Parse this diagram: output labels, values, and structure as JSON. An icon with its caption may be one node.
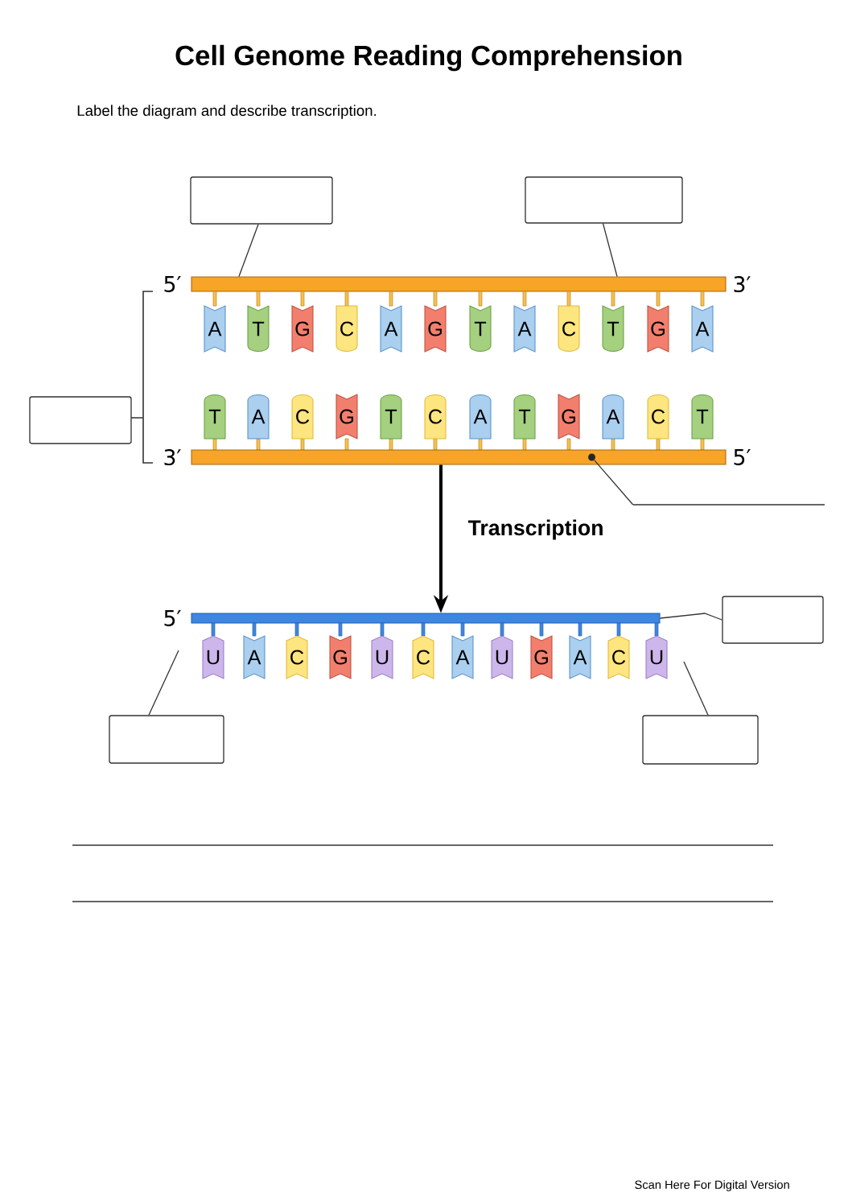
{
  "diagram": {
    "title": "Cell Genome Reading Comprehension",
    "nodes": [
      {
        "text": [],
        "shape": "box"
      },
      {
        "text": [],
        "shape": "box"
      },
      {
        "text": [],
        "shape": "box"
      },
      {
        "text": [],
        "shape": "bar",
        "beside": [
          "5′",
          "3′"
        ]
      },
      {
        "text": [
          "A"
        ]
      },
      {
        "text": [
          "T"
        ]
      },
      {
        "text": [
          "G"
        ]
      },
      {
        "text": [
          "C"
        ]
      },
      {
        "text": [
          "A"
        ]
      },
      {
        "text": [
          "G"
        ]
      },
      {
        "text": [
          "T"
        ]
      },
      {
        "text": [
          "A"
        ]
      },
      {
        "text": [
          "C"
        ]
      },
      {
        "text": [
          "T"
        ]
      },
      {
        "text": [
          "G"
        ]
      },
      {
        "text": [
          "A"
        ]
      },
      {
        "text": [
          "T"
        ]
      },
      {
        "text": [
          "A"
        ]
      },
      {
        "text": [
          "C"
        ]
      },
      {
        "text": [
          "G"
        ]
      },
      {
        "text": [
          "T"
        ]
      },
      {
        "text": [
          "C"
        ]
      },
      {
        "text": [
          "A"
        ]
      },
      {
        "text": [
          "T"
        ]
      },
      {
        "text": [
          "G"
        ]
      },
      {
        "text": [
          "A"
        ]
      },
      {
        "text": [
          "C"
        ]
      },
      {
        "text": [
          "T"
        ]
      },
      {
        "text": [],
        "shape": "bar",
        "beside": [
          "3′",
          "5′"
        ]
      },
      {
        "text": [],
        "shape": "line"
      },
      {
        "text": [],
        "shape": "bar",
        "beside": [
          "5′"
        ]
      },
      {
        "text": [
          "U"
        ]
      },
      {
        "text": [
          "A"
        ]
      },
      {
        "text": [
          "C"
        ]
      },
      {
        "text": [
          "G"
        ]
      },
      {
        "text": [
          "U"
        ]
      },
      {
        "text": [
          "C"
        ]
      },
      {
        "text": [
          "A"
        ]
      },
      {
        "text": [
          "U"
        ]
      },
      {
        "text": [
          "G"
        ]
      },
      {
        "text": [
          "A"
        ]
      },
      {
        "text": [
          "C"
        ]
      },
      {
        "text": [
          "U"
        ]
      },
      {
        "text": [],
        "shape": "box"
      },
      {
        "text": [],
        "shape": "box"
      },
      {
        "text": [],
        "shape": "box"
      },
      {
        "text": [],
        "shape": "circle",
        "in": 28
      }
    ],
    "edges": [
      {
        "from": 0,
        "to": 3,
        "arrow": "none"
      },
      {
        "from": 1,
        "to": 3,
        "arrow": "none"
      },
      {
        "from": 46,
        "to": 29,
        "arrow": "none"
      },
      {
        "from": 28,
        "to": 30,
        "arrow": "to",
        "label": "Transcription",
        "style": "thick"
      },
      {
        "from": 43,
        "to": 30,
        "arrow": "none"
      },
      {
        "from": 44,
        "to": null,
        "arrow": "none"
      },
      {
        "from": 45,
        "to": null,
        "arrow": "none"
      }
    ],
    "labels": [
      "Label the diagram and describe transcription.",
      "Scan Here For Digital Version"
    ]
  }
}
